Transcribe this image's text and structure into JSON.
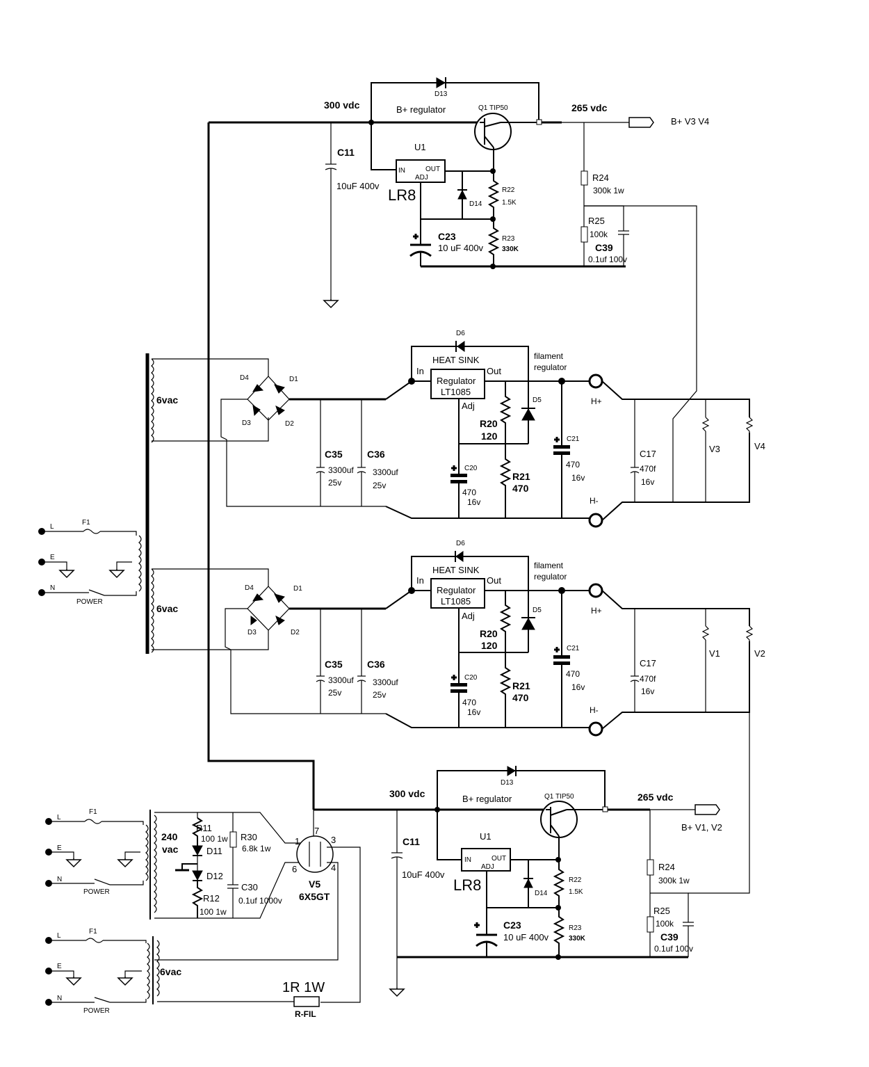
{
  "top_regulator": {
    "input_voltage": "300 vdc",
    "output_voltage": "265 vdc",
    "title": "B+ regulator",
    "q1": "Q1  TIP50",
    "d13": "D13",
    "u1": "U1",
    "u1_in": "IN",
    "u1_out": "OUT",
    "u1_adj": "ADJ",
    "u1_part": "LR8",
    "d14": "D14",
    "r22": "R22",
    "r22_val": "1.5K",
    "r23": "R23",
    "r23_val": "330K",
    "c23": "C23",
    "c23_val": "10 uF 400v",
    "c11": "C11",
    "c11_val": "10uF 400v",
    "r24": "R24",
    "r24_val": "300k 1w",
    "r25": "R25",
    "r25_val": "100k",
    "c39": "C39",
    "c39_val": "0.1uf 100v",
    "output_label": "B+ V3 V4"
  },
  "filament_reg_1": {
    "transformer_label": "6vac",
    "d1": "D1",
    "d2": "D2",
    "d3": "D3",
    "d4": "D4",
    "c35": "C35",
    "c35_val": "3300uf",
    "c35_v": "25v",
    "c36": "C36",
    "c36_val": "3300uf",
    "c36_v": "25v",
    "d6": "D6",
    "heat_sink": "HEAT SINK",
    "reg_in": "In",
    "reg_out": "Out",
    "reg_adj": "Adj",
    "reg_name": "Regulator",
    "reg_part": "LT1085",
    "title_1": "filament",
    "title_2": "regulator",
    "d5": "D5",
    "r20": "R20",
    "r20_val": "120",
    "r21": "R21",
    "r21_val": "470",
    "c20": "C20",
    "c20_val": "470",
    "c20_v": "16v",
    "c21": "C21",
    "c21_val": "470",
    "c21_v": "16v",
    "h_plus": "H+",
    "h_minus": "H-",
    "c17": "C17",
    "c17_val": "470f",
    "c17_v": "16v",
    "load_a": "V3",
    "load_b": "V4"
  },
  "filament_reg_2": {
    "transformer_label": "6vac",
    "d1": "D1",
    "d2": "D2",
    "d3": "D3",
    "d4": "D4",
    "c35": "C35",
    "c35_val": "3300uf",
    "c35_v": "25v",
    "c36": "C36",
    "c36_val": "3300uf",
    "c36_v": "25v",
    "d6": "D6",
    "heat_sink": "HEAT SINK",
    "reg_in": "In",
    "reg_out": "Out",
    "reg_adj": "Adj",
    "reg_name": "Regulator",
    "reg_part": "LT1085",
    "title_1": "filament",
    "title_2": "regulator",
    "d5": "D5",
    "r20": "R20",
    "r20_val": "120",
    "r21": "R21",
    "r21_val": "470",
    "c20": "C20",
    "c20_val": "470",
    "c20_v": "16v",
    "c21": "C21",
    "c21_val": "470",
    "c21_v": "16v",
    "h_plus": "H+",
    "h_minus": "H-",
    "c17": "C17",
    "c17_val": "470f",
    "c17_v": "16v",
    "load_a": "V1",
    "load_b": "V2"
  },
  "mains_1": {
    "l": "L",
    "e": "E",
    "n": "N",
    "f1": "F1",
    "power": "POWER"
  },
  "hv_supply": {
    "l": "L",
    "e": "E",
    "n": "N",
    "f1": "F1",
    "power": "POWER",
    "sec_label_1": "240",
    "sec_label_2": "vac",
    "r11": "R11",
    "r11_val": "100 1w",
    "d11": "D11",
    "d12": "D12",
    "r12": "R12",
    "r12_val": "100 1w",
    "r30": "R30",
    "r30_val": "6.8k 1w",
    "c30": "C30",
    "c30_val": "0.1uf 1000v",
    "v5": "V5",
    "v5_part": "6X5GT",
    "pin1": "1",
    "pin3": "3",
    "pin4": "4",
    "pin6": "6",
    "pin7": "7"
  },
  "fil_supply": {
    "l": "L",
    "e": "E",
    "n": "N",
    "f1": "F1",
    "power": "POWER",
    "sec_label": "6vac",
    "r_fil_val": "1R 1W",
    "r_fil": "R-FIL"
  },
  "bottom_regulator": {
    "input_voltage": "300 vdc",
    "output_voltage": "265 vdc",
    "title": "B+ regulator",
    "q1": "Q1  TIP50",
    "d13": "D13",
    "u1": "U1",
    "u1_in": "IN",
    "u1_out": "OUT",
    "u1_adj": "ADJ",
    "u1_part": "LR8",
    "d14": "D14",
    "r22": "R22",
    "r22_val": "1.5K",
    "r23": "R23",
    "r23_val": "330K",
    "c23": "C23",
    "c23_val": "10 uF 400v",
    "c11": "C11",
    "c11_val": "10uF 400v",
    "r24": "R24",
    "r24_val": "300k 1w",
    "r25": "R25",
    "r25_val": "100k",
    "c39": "C39",
    "c39_val": "0.1uf 100v",
    "output_label": "B+ V1, V2"
  }
}
